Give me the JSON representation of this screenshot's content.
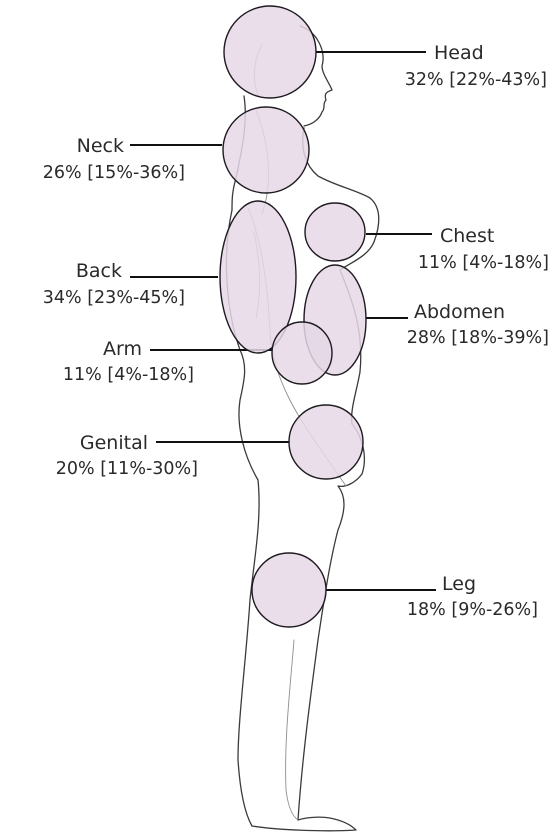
{
  "colors": {
    "region_fill": "#e5d8e6",
    "outline": "#1e1a20",
    "text": "#2a2a2a"
  },
  "regions": [
    {
      "key": "head",
      "name": "Head",
      "percent": "32% [22%-43%]"
    },
    {
      "key": "neck",
      "name": "Neck",
      "percent": "26% [15%-36%]"
    },
    {
      "key": "chest",
      "name": "Chest",
      "percent": "11% [4%-18%]"
    },
    {
      "key": "back",
      "name": "Back",
      "percent": "34% [23%-45%]"
    },
    {
      "key": "abdomen",
      "name": "Abdomen",
      "percent": "28% [18%-39%]"
    },
    {
      "key": "arm",
      "name": "Arm",
      "percent": "11% [4%-18%]"
    },
    {
      "key": "genital",
      "name": "Genital",
      "percent": "20% [11%-30%]"
    },
    {
      "key": "leg",
      "name": "Leg",
      "percent": "18% [9%-26%]"
    }
  ]
}
